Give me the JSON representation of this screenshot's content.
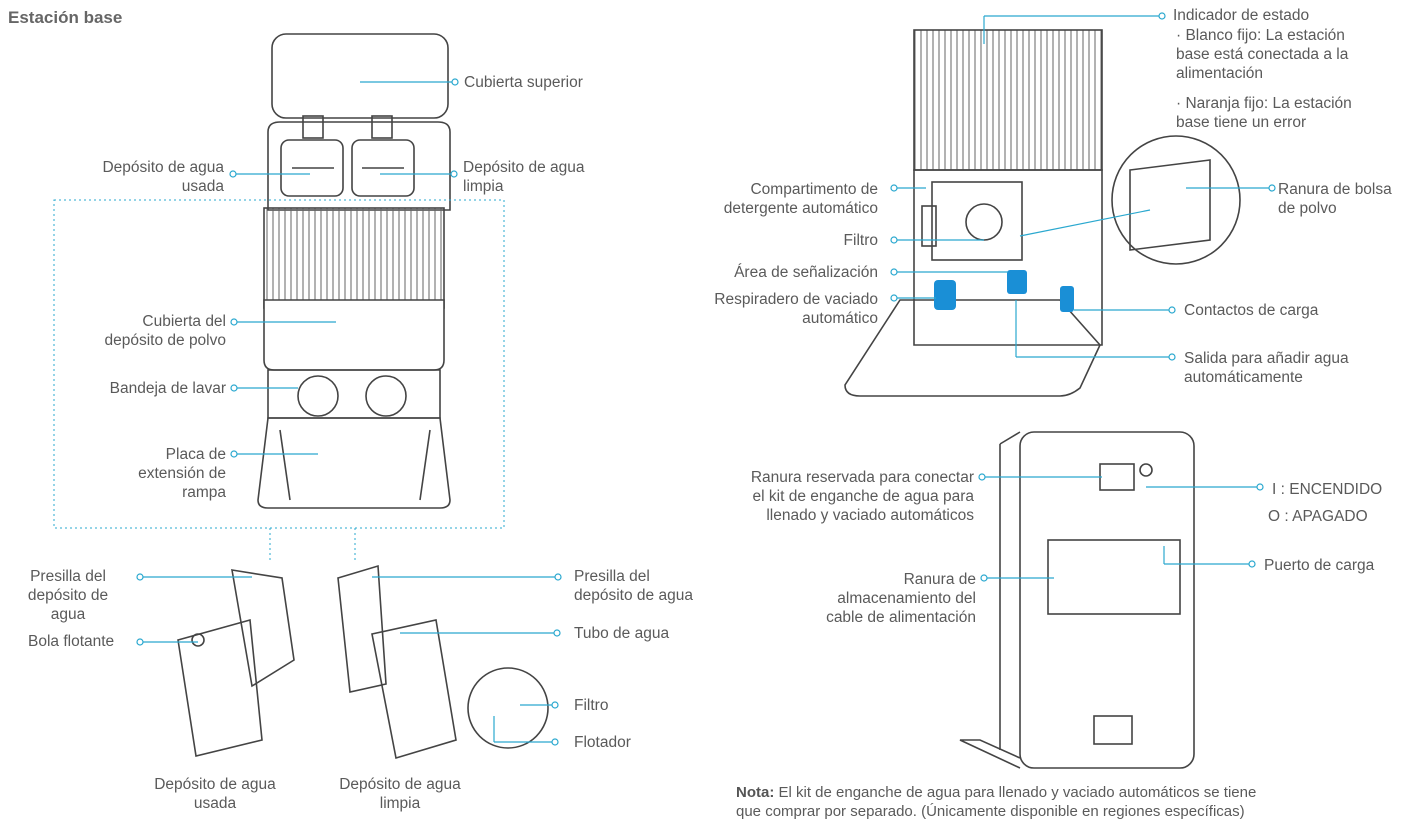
{
  "title": "Estación base",
  "labels": {
    "cubierta_superior": "Cubierta superior",
    "deposito_usada": "Depósito de agua\nusada",
    "deposito_limpia": "Depósito de agua\nlimpia",
    "cubierta_polvo": "Cubierta del\ndepósito de polvo",
    "bandeja": "Bandeja de lavar",
    "placa": "Placa de\nextensión de\nrampa",
    "presilla_izq": "Presilla del\ndepósito de\nagua",
    "bola": "Bola flotante",
    "presilla_der": "Presilla del\ndepósito de agua",
    "tubo": "Tubo de agua",
    "filtro_small": "Filtro",
    "flotador": "Flotador",
    "cap_usada": "Depósito de agua\nusada",
    "cap_limpia": "Depósito de agua\nlimpia",
    "indicador": "Indicador de estado",
    "blanco": "· Blanco fijo: La estación\nbase está conectada a la\nalimentación",
    "naranja": "· Naranja fijo: La estación\nbase tiene un error",
    "ranura_bolsa": "Ranura de bolsa\nde polvo",
    "compartimento": "Compartimento de\ndetergente automático",
    "filtro": "Filtro",
    "area": "Área de señalización",
    "respiradero": "Respiradero de vaciado\nautomático",
    "contactos": "Contactos de carga",
    "salida": "Salida para añadir agua\nautomáticamente",
    "ranura_reservada": "Ranura reservada para conectar\nel kit de enganche de agua para\nllenado y vaciado automáticos",
    "encendido": "I : ENCENDIDO",
    "apagado": "O : APAGADO",
    "puerto": "Puerto de carga",
    "ranura_cable": "Ranura de\nalmacenamiento del\ncable de alimentación"
  },
  "note": {
    "label": "Nota:",
    "text": " El kit de enganche de agua para llenado y vaciado automáticos se tiene\nque comprar por separado. (Únicamente disponible en regiones específicas)"
  },
  "colors": {
    "accent": "#2aa8cf",
    "line": "#444444"
  }
}
